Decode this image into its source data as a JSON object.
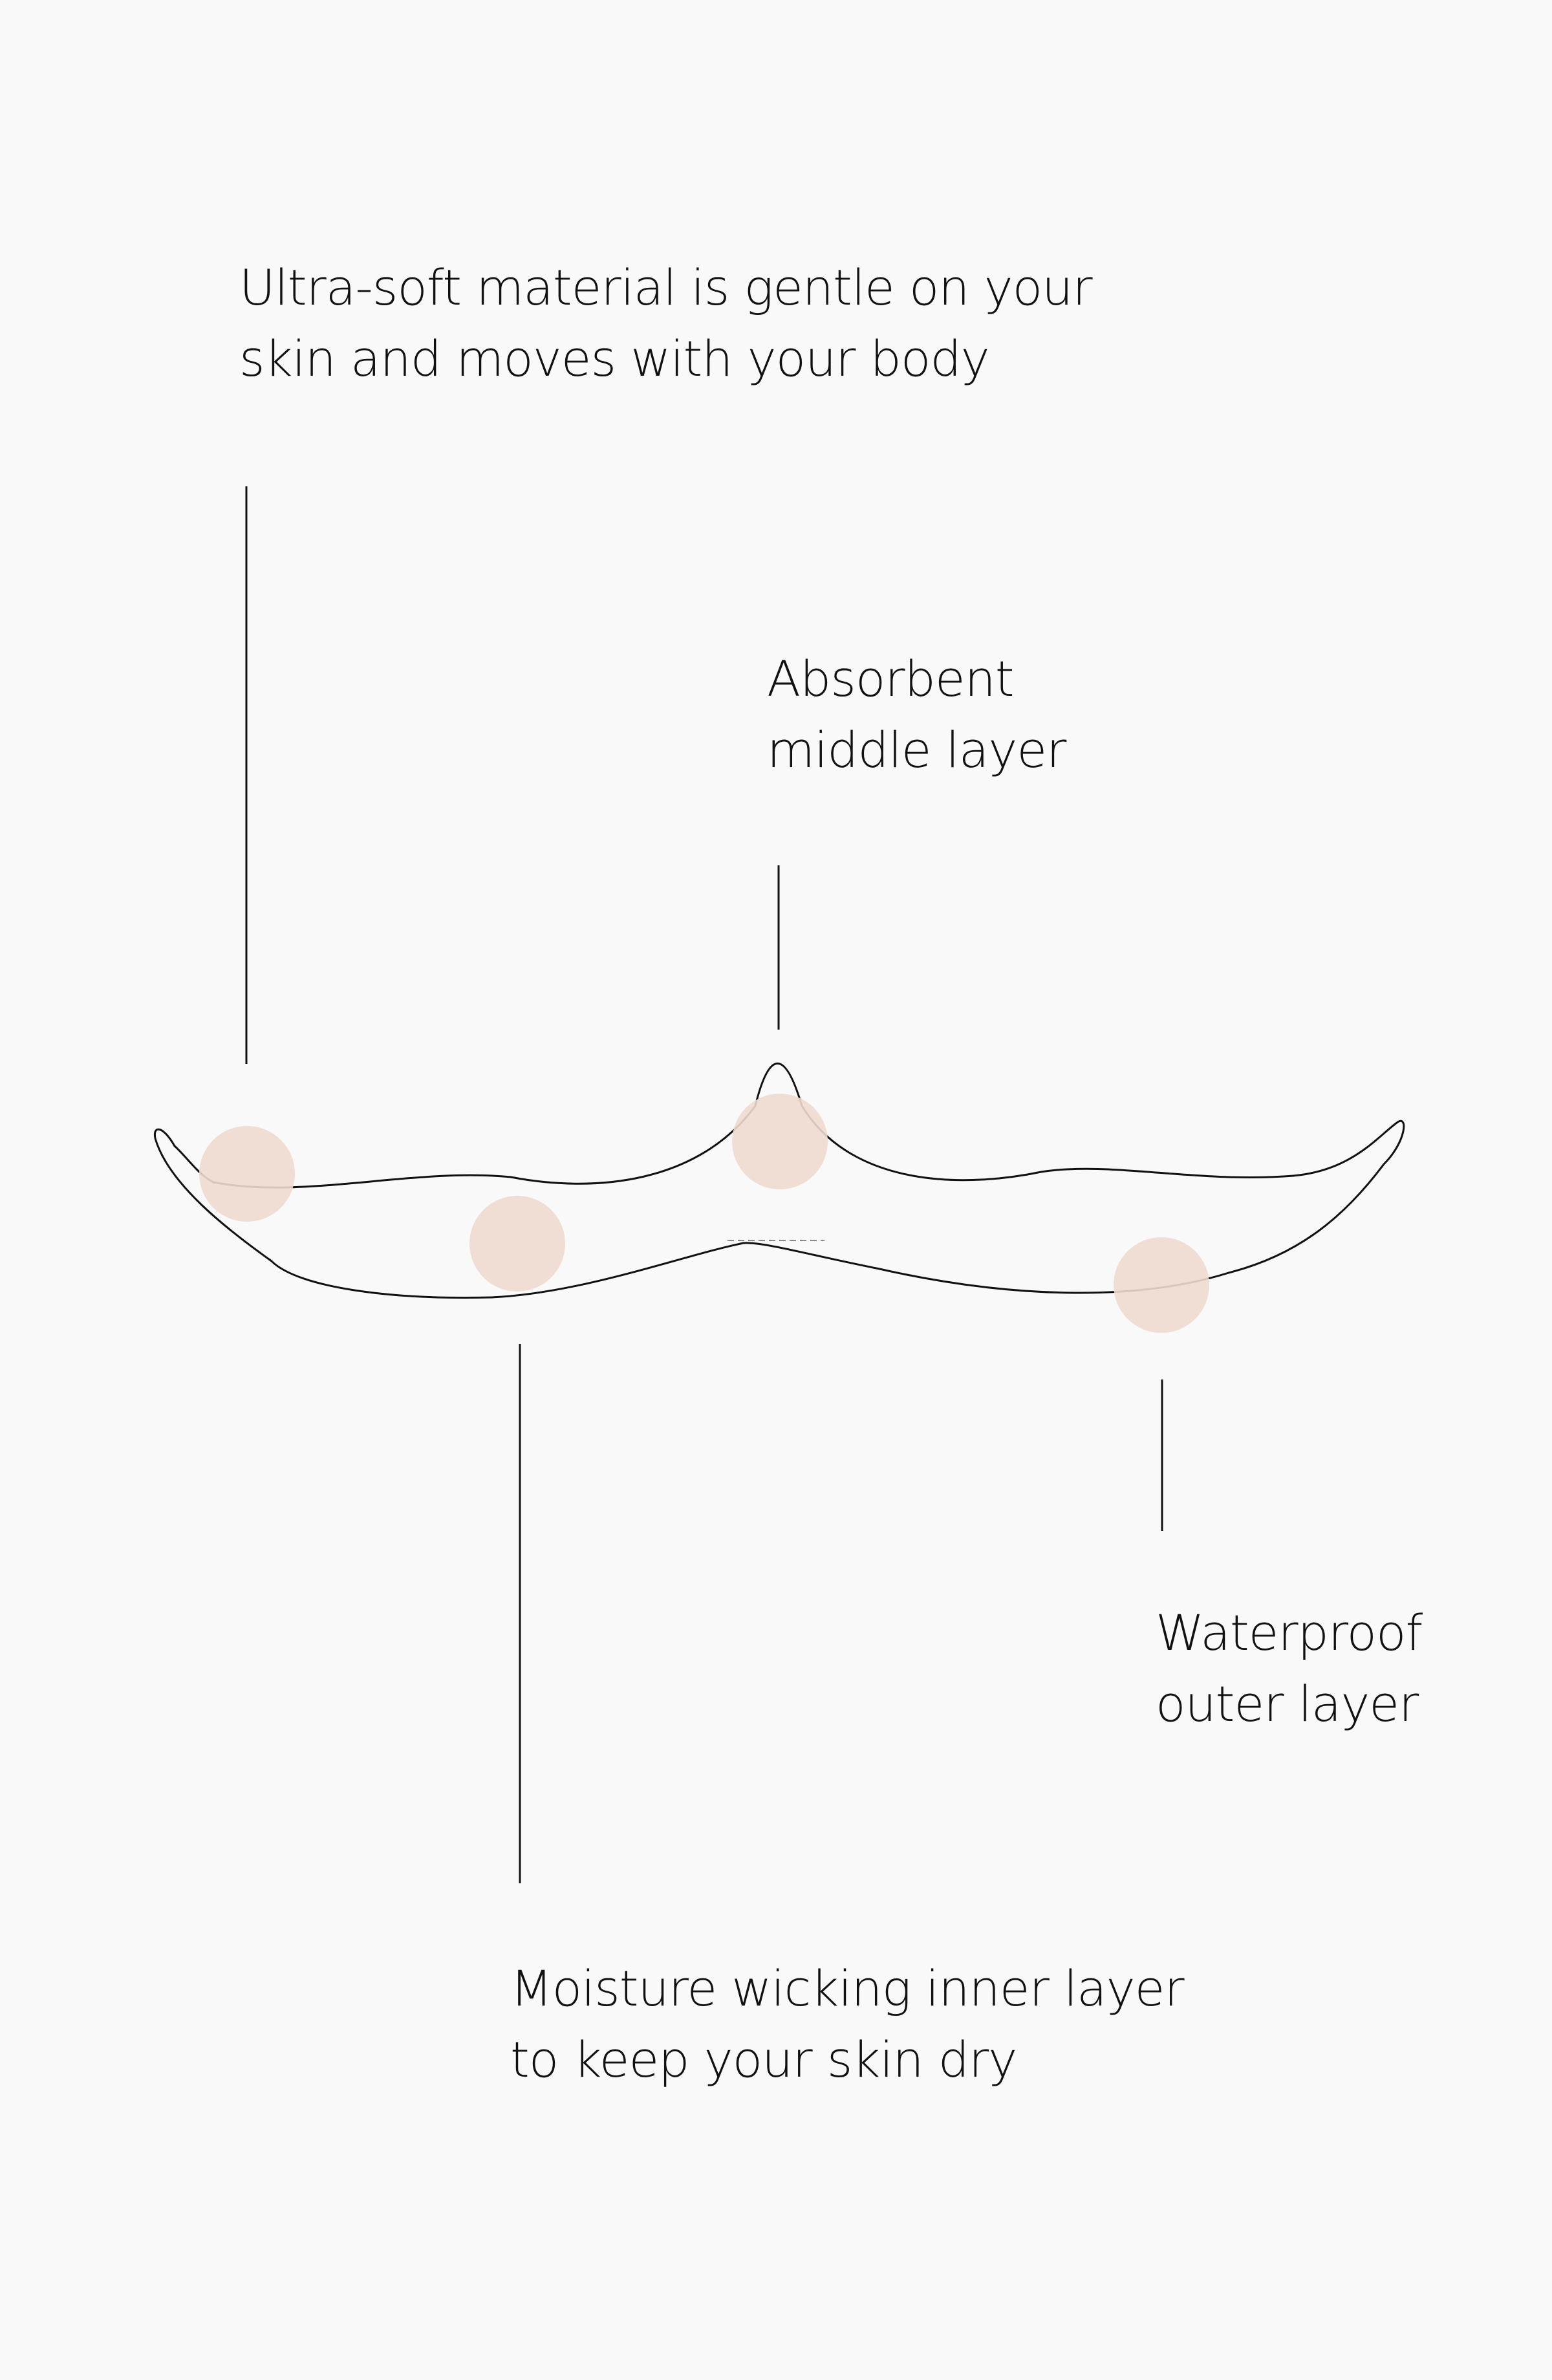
{
  "callouts": {
    "soft_material": {
      "line1": "Ultra-soft material is gentle on your",
      "line2": "skin and moves with your body"
    },
    "absorbent": {
      "line1": "Absorbent",
      "line2": "middle layer"
    },
    "waterproof": {
      "line1": "Waterproof",
      "line2": "outer layer"
    },
    "moisture_wicking": {
      "line1": "Moisture wicking inner layer",
      "line2": "to keep your skin dry"
    }
  },
  "colors": {
    "background": "#f9f9f9",
    "text": "#111111",
    "outline": "#111111",
    "marker": "#eed9cf",
    "dashes": "#888888"
  }
}
